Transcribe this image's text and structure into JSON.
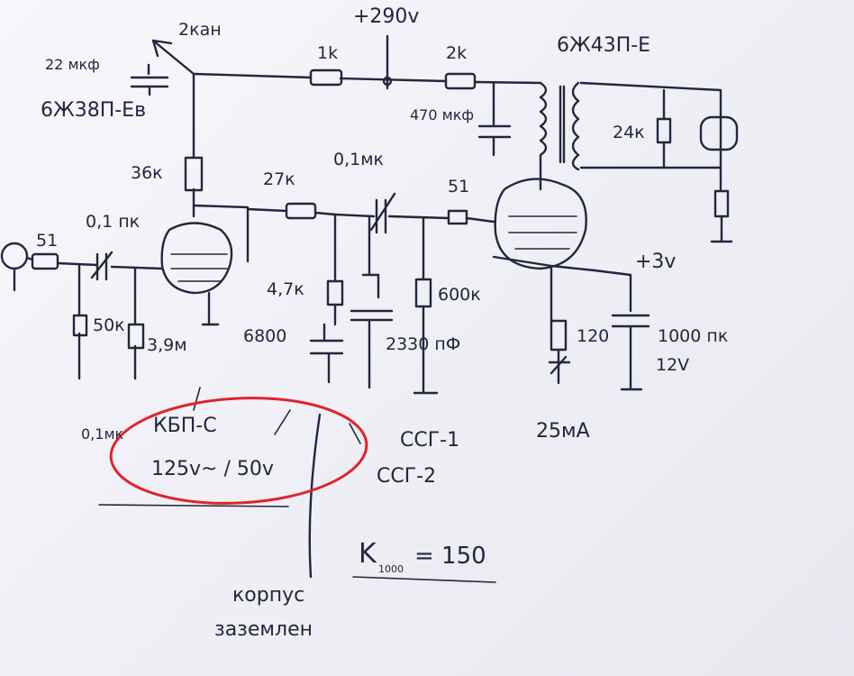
{
  "labels": {
    "supply_voltage": "+290v",
    "output_control": "2кан",
    "cap_top_left": "22 мкф",
    "tube_input": "6Ж38П-Ев",
    "res_1k": "1k",
    "res_2k": "2k",
    "tube_output": "6Ж43П-Е",
    "cap_470": "470 мкф",
    "res_24k": "24к",
    "res_36k": "36к",
    "res_27k": "27к",
    "cap_0_1mk": "0,1мк",
    "res_51_top": "51",
    "res_51_left": "51",
    "cap_0_1pk": "0,1 пк",
    "bias": "+3v",
    "res_47k": "4,7к",
    "res_600k": "600к",
    "res_50k": "50к",
    "res_3_9m": "3,9м",
    "cap_6800": "6800",
    "cap_2330": "2330 пФ",
    "res_120": "120",
    "cap_1000": "1000 пк",
    "volt_12": "12V",
    "current": "25мА",
    "note_cap": "0,1мк",
    "cap_type": "КБП-С",
    "cap_rating": "125v~ / 50v",
    "ssg1": "ССГ-1",
    "ssg2": "ССГ-2",
    "housing_1": "корпус",
    "housing_2": "заземлен",
    "gain": "K",
    "gain_sub": "1000",
    "gain_value": "= 150"
  },
  "colors": {
    "ink": "#23263f",
    "highlight": "#e0242b",
    "paper": "#f3f3f8"
  }
}
